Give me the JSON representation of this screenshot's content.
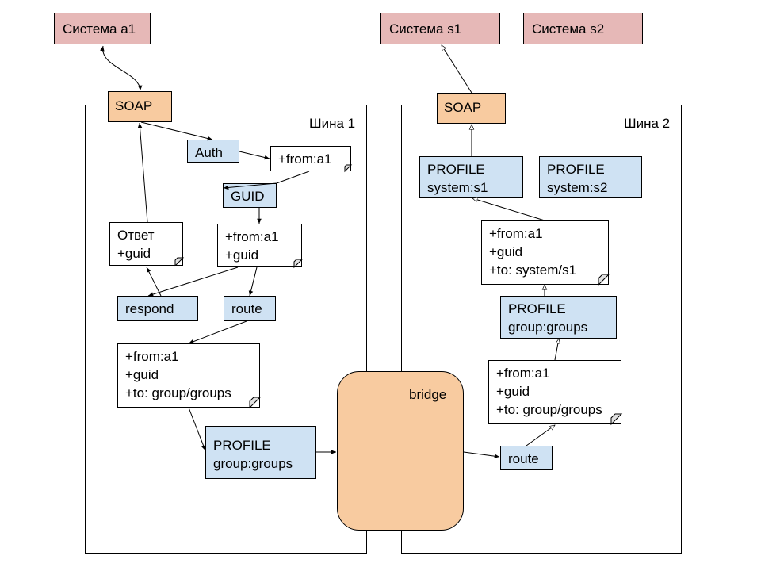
{
  "systems": {
    "a1": "Система a1",
    "s1": "Система s1",
    "s2": "Система s2"
  },
  "bus1": {
    "label": "Шина 1",
    "soap": "SOAP",
    "auth": "Auth",
    "note_from": [
      "+from:a1"
    ],
    "guid": "GUID",
    "note_guid": [
      "+from:a1",
      "+guid"
    ],
    "reply_note": [
      "Ответ",
      "+guid"
    ],
    "respond": "respond",
    "route": "route",
    "note_to": [
      "+from:a1",
      "+guid",
      "+to: group/groups"
    ],
    "profile": [
      "PROFILE",
      "group:groups"
    ]
  },
  "bridge": {
    "label": "bridge"
  },
  "bus2": {
    "label": "Шина 2",
    "soap": "SOAP",
    "profile_s1": [
      "PROFILE",
      "system:s1"
    ],
    "profile_s2": [
      "PROFILE",
      "system:s2"
    ],
    "note_system": [
      "+from:a1",
      "+guid",
      "+to: system/s1"
    ],
    "profile_groups": [
      "PROFILE",
      "group:groups"
    ],
    "note_group": [
      "+from:a1",
      "+guid",
      "+to: group/groups"
    ],
    "route": "route"
  },
  "colors": {
    "system": "#e6b8b7",
    "soap_bridge": "#f8cba0",
    "component": "#cfe2f3",
    "message": "#ffffff"
  }
}
